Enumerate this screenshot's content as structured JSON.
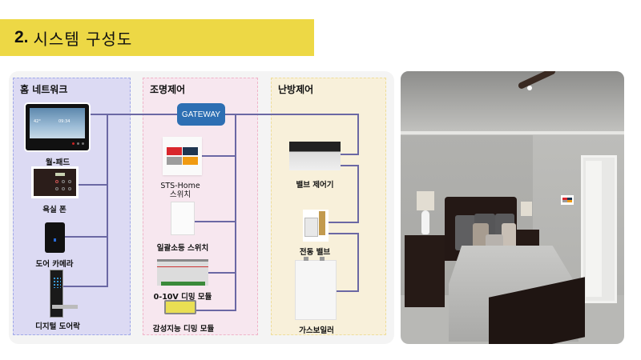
{
  "title": {
    "number": "2.",
    "text": "시스템 구성도"
  },
  "sections": {
    "home_network": {
      "label": "홈 네트워크",
      "color": "#dcdaf3"
    },
    "lighting": {
      "label": "조명제어",
      "color": "#f7e7ef"
    },
    "heating": {
      "label": "난방제어",
      "color": "#f8f0da"
    }
  },
  "gateway": {
    "label": "GATEWAY",
    "color": "#2d6fb3"
  },
  "devices": {
    "home_network": [
      {
        "label": "월-패드",
        "icon": "wall-pad-icon"
      },
      {
        "label": "욕실 폰",
        "icon": "bathroom-phone-icon"
      },
      {
        "label": "도어 카메라",
        "icon": "door-camera-icon"
      },
      {
        "label": "디지털 도어락",
        "icon": "digital-door-lock-icon"
      }
    ],
    "lighting": [
      {
        "label_line1": "STS-Home",
        "label_line2": "스위치",
        "icon": "sts-home-switch-icon"
      },
      {
        "label": "일괄소등 스위치",
        "icon": "batch-off-switch-icon"
      },
      {
        "label": "0-10V 디밍 모듈",
        "icon": "dimming-module-icon"
      },
      {
        "label": "감성지능 디밍 모듈",
        "icon": "emotional-dimming-module-icon"
      }
    ],
    "heating": [
      {
        "label": "밸브 제어기",
        "icon": "valve-controller-icon"
      },
      {
        "label": "전동 밸브",
        "icon": "motorized-valve-icon"
      },
      {
        "label": "가스보일러",
        "icon": "gas-boiler-icon"
      }
    ]
  },
  "wallpad_screen": {
    "temp": "42°",
    "time": "09:34"
  },
  "wire_color": "#6b68a4",
  "photo": {
    "alt": "bedroom-photo"
  }
}
